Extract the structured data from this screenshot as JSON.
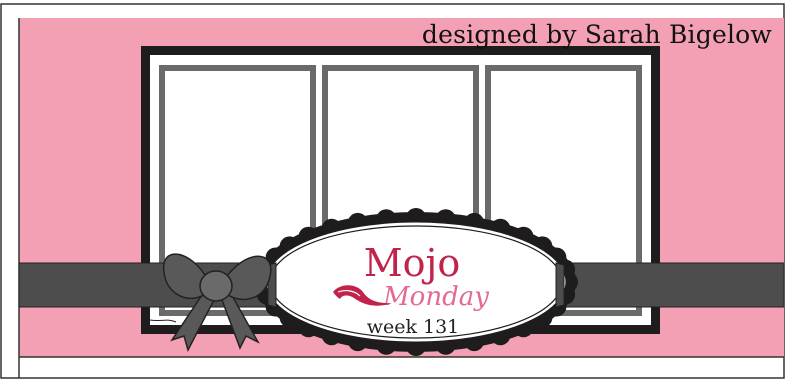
{
  "card": {
    "credit": "designed by Sarah Bigelow",
    "label": {
      "title": "Mojo",
      "subtitle": "Monday",
      "week": "week 131"
    }
  },
  "colors": {
    "background": "#f4a0b4",
    "mat": "#1e1c1d",
    "panel_frame": "#6a6a6a",
    "ribbon": "#4d4d4e",
    "title_red": "#c0244a",
    "subtitle_pink": "#e36b93",
    "outline": "#222222"
  },
  "elements": {
    "photo_panels": 3,
    "bow": "ribbon-bow",
    "flourish": "feather-flourish-icon"
  }
}
